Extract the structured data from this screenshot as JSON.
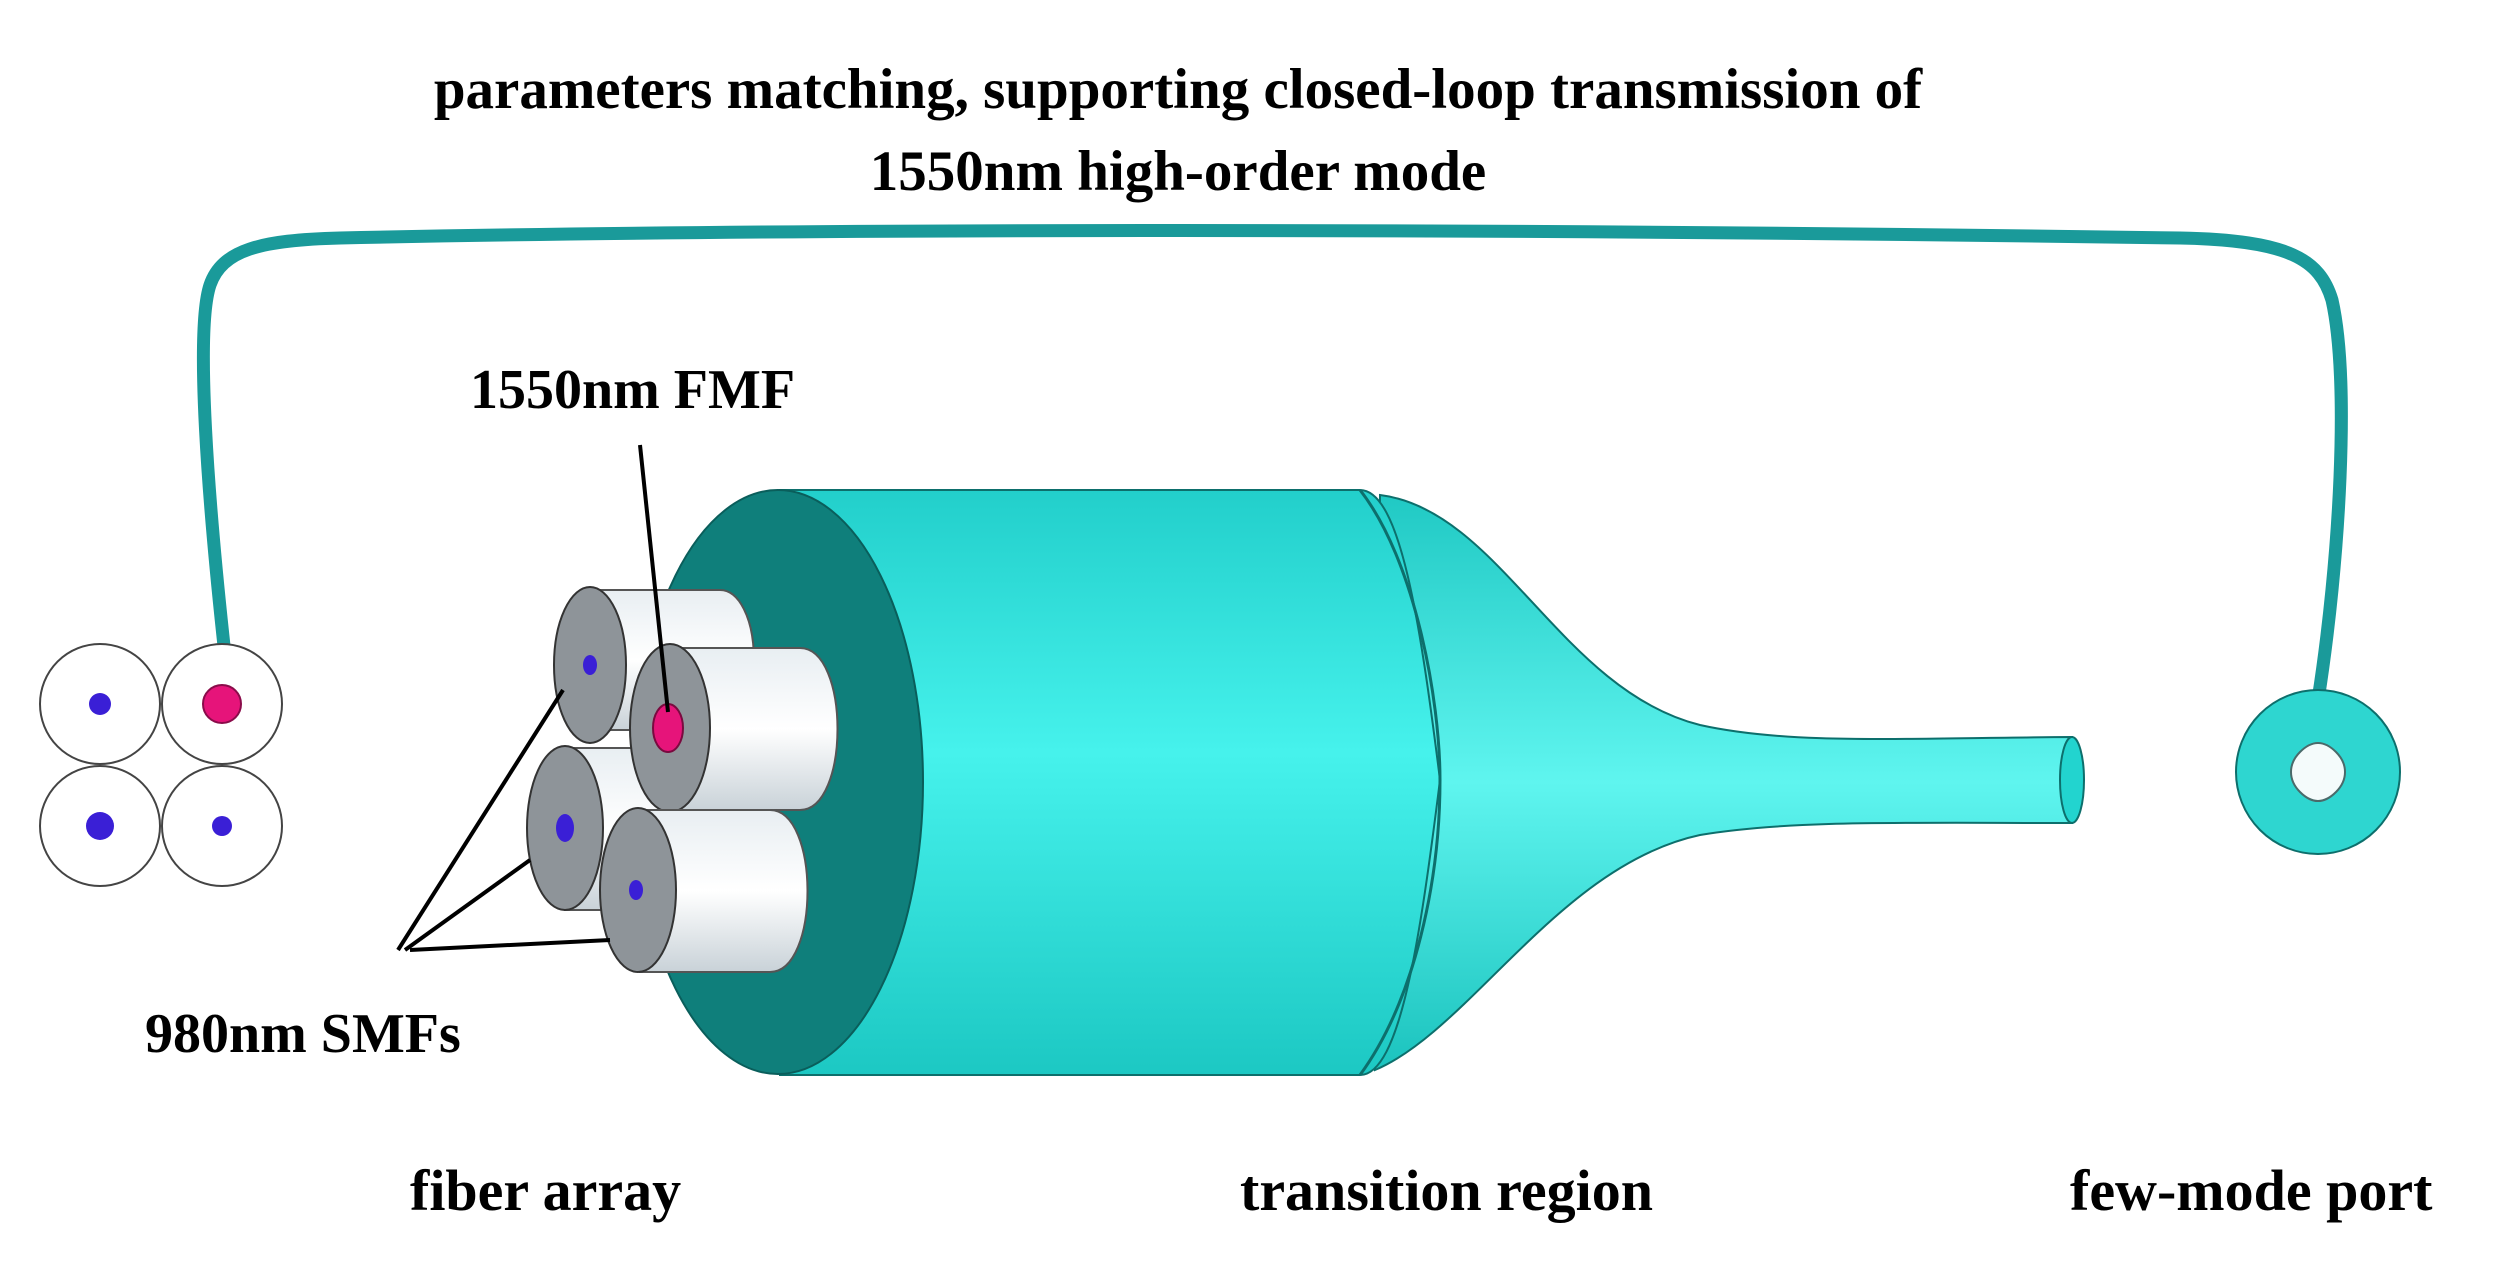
{
  "title": {
    "line1": "parameters matching, supporting closed-loop transmission of",
    "line2": "1550nm high-order mode"
  },
  "labels": {
    "fmf": "1550nm FMF",
    "smfs": "980nm SMFs",
    "fiber_array": "fiber array",
    "transition_region": "transition region",
    "few_mode_port": "few-mode port"
  },
  "colors": {
    "teal_loop": "#1a9a9a",
    "cyan_body": "#2ee6e0",
    "dark_cladding": "#0f7f7b",
    "fmf_core": "#e6147a",
    "smf_core": "#3a1fd6",
    "fiber_face": "#8e9499"
  }
}
